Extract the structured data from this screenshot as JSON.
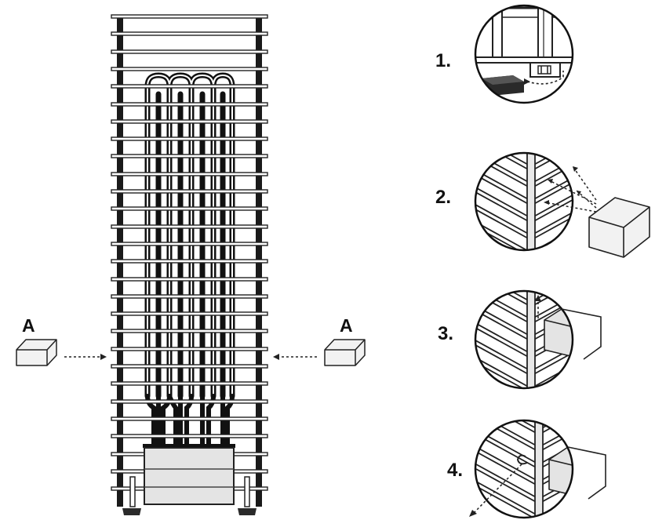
{
  "labels": {
    "stone_left": "A",
    "stone_right": "A",
    "step1": "1.",
    "step2": "2.",
    "step3": "3.",
    "step4": "4."
  },
  "colors": {
    "line": "#111111",
    "frame": "#1a1a1a",
    "stone_fill": "#f2f2f2",
    "box_fill": "#e4e4e4",
    "foot": "#2a2a2a",
    "background": "#ffffff"
  },
  "icons": {
    "stone": "stone-block-icon",
    "arrow": "dashed-arrow-icon",
    "magnifier": "detail-circle-icon"
  }
}
